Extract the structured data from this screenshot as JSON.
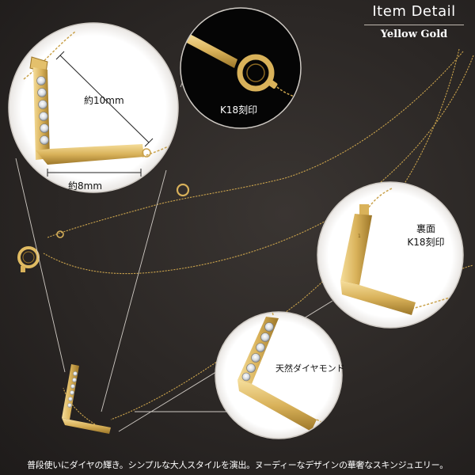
{
  "header": {
    "title": "Item Detail",
    "subtitle": "Yellow Gold"
  },
  "callouts": {
    "length_label": "約10mm",
    "width_label": "約8mm",
    "clasp_label": "K18刻印",
    "back_label_line1": "裏面",
    "back_label_line2": "K18刻印",
    "diamond_label": "天然ダイヤモンド"
  },
  "caption": "普段使いにダイヤの輝き。シンプルな大人スタイルを演出。ヌーディーなデザインの華奢なスキンジュエリー。",
  "colors": {
    "background": "#2b2725",
    "gold": "#d9b25a",
    "gold_light": "#f3dc97",
    "gold_dark": "#9c7628",
    "inset_background": "#ffffff",
    "clasp_inset_background": "#050505",
    "text_light": "#ffffff",
    "text_dark": "#111111"
  }
}
